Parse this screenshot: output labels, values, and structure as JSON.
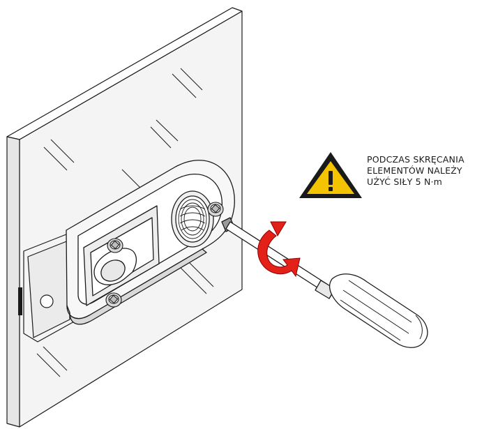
{
  "warning": {
    "icon": "warning-triangle-icon",
    "lines": [
      "PODCZAS SKRĘCANIA",
      "ELEMENTÓW NALEŻY",
      "UŻYĆ SIŁY 5 N·m"
    ],
    "icon_fill": "#f5c400",
    "icon_stroke": "#1a1a1a"
  },
  "illustration": {
    "components": [
      "glass-panel",
      "mounting-plate",
      "screw-icon",
      "screwdriver",
      "rotation-arrow-icon"
    ],
    "arrow_color": "#e32119",
    "line_color": "#1a1a1a"
  }
}
